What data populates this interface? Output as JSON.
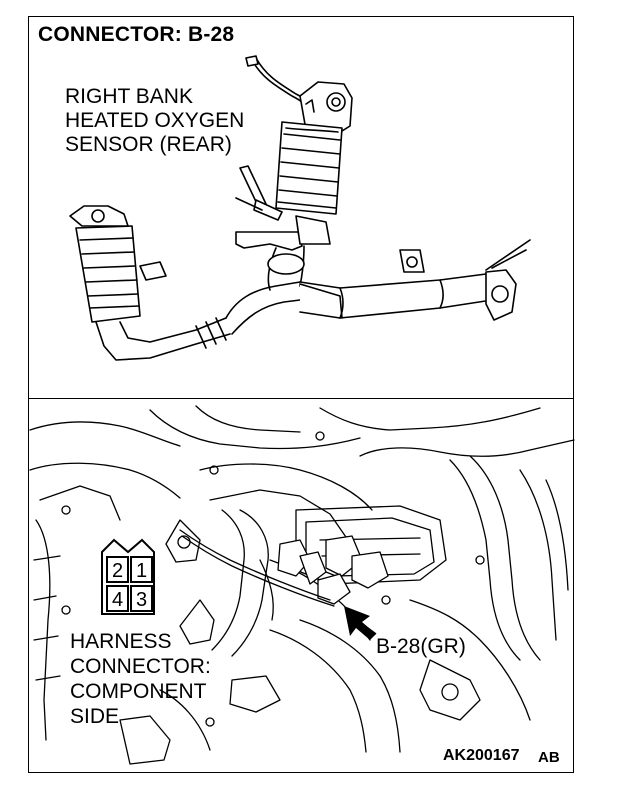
{
  "title": "CONNECTOR: B-28",
  "sensor_label": [
    "RIGHT BANK",
    "HEATED OXYGEN",
    "SENSOR (REAR)"
  ],
  "harness_label": [
    "HARNESS",
    "CONNECTOR:",
    "COMPONENT",
    "SIDE"
  ],
  "connector_pins": [
    "2",
    "1",
    "4",
    "3"
  ],
  "callout_label": "B-28(GR)",
  "figure_code": "AK200167",
  "figure_code_suffix": "AB",
  "colors": {
    "line": "#000000",
    "background": "#ffffff"
  },
  "icons": [
    "exhaust-pipe-drawing",
    "engine-bay-drawing",
    "connector-face-icon",
    "callout-arrow-icon"
  ]
}
